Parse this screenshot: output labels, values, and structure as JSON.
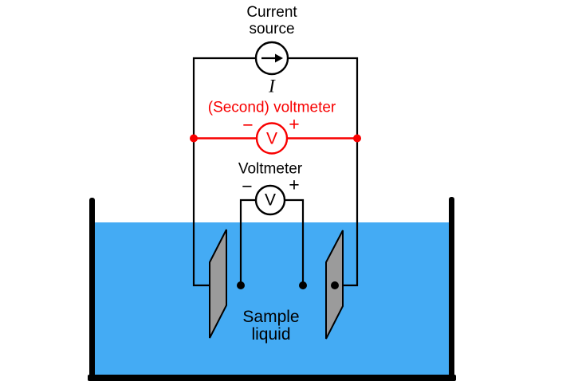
{
  "colors": {
    "wire": "#000000",
    "accent_red": "#f80000",
    "liquid_blue": "#44abf4",
    "electrode_gray": "#9b9b9b",
    "meter_fill": "#ffffff",
    "text": "#000000"
  },
  "labels": {
    "current_source": {
      "line1": "Current",
      "line2": "source"
    },
    "current_symbol": "I",
    "second_voltmeter": "(Second) voltmeter",
    "voltmeter": "Voltmeter",
    "meter_letter": "V",
    "minus": "−",
    "plus": "+",
    "sample_liquid": {
      "line1": "Sample",
      "line2": "liquid"
    }
  }
}
